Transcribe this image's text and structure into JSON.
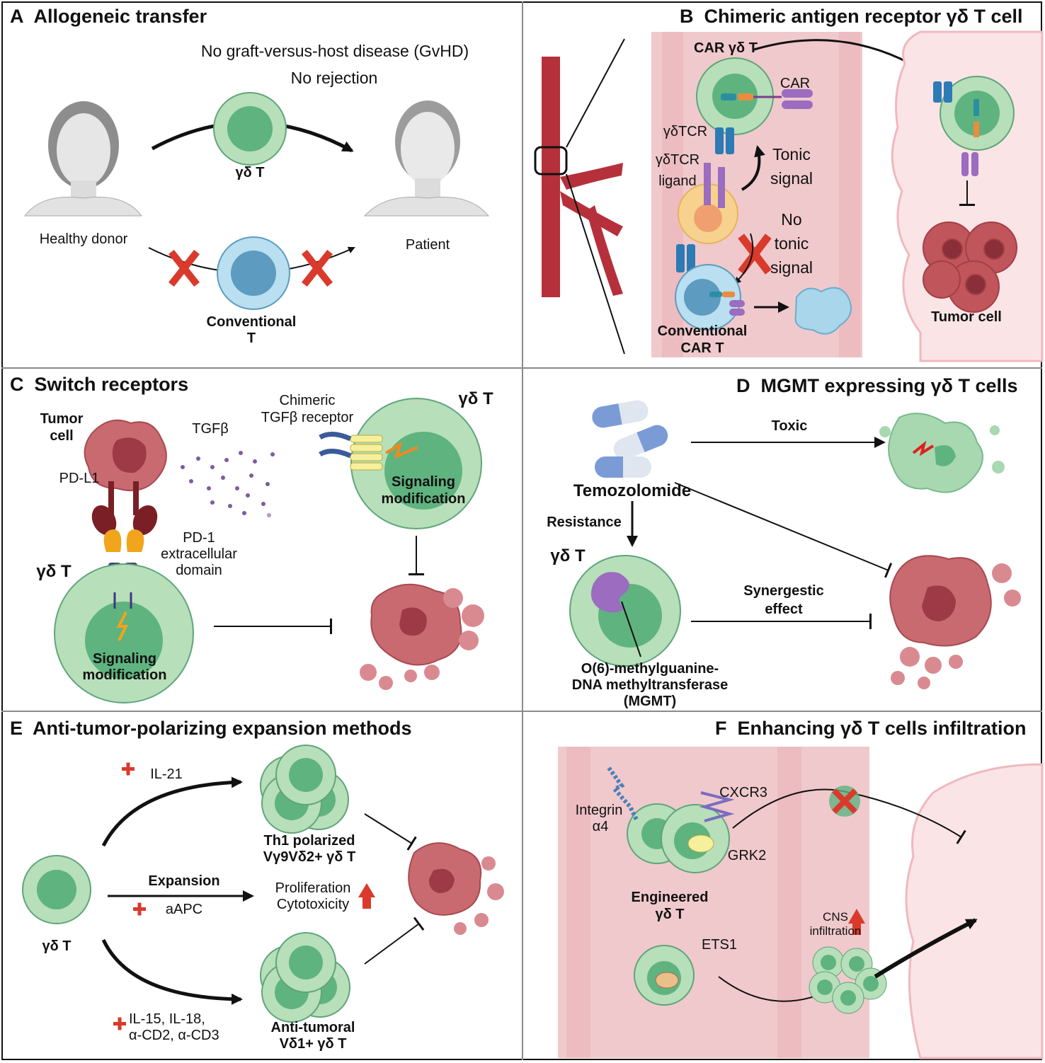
{
  "panelA": {
    "letter": "A",
    "title": "Allogeneic transfer",
    "line1": "No graft-versus-host disease (GvHD)",
    "line2": "No rejection",
    "gdt_label": "γδ T",
    "donor": "Healthy donor",
    "patient": "Patient",
    "conv1": "Conventional",
    "conv2": "T"
  },
  "panelB": {
    "letter": "B",
    "title": "Chimeric antigen receptor γδ T cell",
    "car_gdt": "CAR γδ T",
    "car": "CAR",
    "gdtcr": "γδTCR",
    "ligand1": "γδTCR",
    "ligand2": "ligand",
    "tonic1": "Tonic",
    "tonic2": "signal",
    "notonic1": "No",
    "notonic2": "tonic",
    "notonic3": "signal",
    "conv1": "Conventional",
    "conv2": "CAR T",
    "tumor": "Tumor cell"
  },
  "panelC": {
    "letter": "C",
    "title": "Switch receptors",
    "tumor1": "Tumor",
    "tumor2": "cell",
    "tgfb": "TGFβ",
    "chim1": "Chimeric",
    "chim2": "TGFβ receptor",
    "gdt_right": "γδ T",
    "gdt_left": "γδ T",
    "pdl1": "PD-L1",
    "pd1_1": "PD-1",
    "pd1_2": "extracellular",
    "pd1_3": "domain",
    "sig1": "Signaling",
    "sig2": "modification",
    "sig3": "Signaling",
    "sig4": "modification"
  },
  "panelD": {
    "letter": "D",
    "title": "MGMT expressing γδ T cells",
    "toxic": "Toxic",
    "tmz": "Temozolomide",
    "resistance": "Resistance",
    "gdt": "γδ T",
    "syn1": "Synergestic",
    "syn2": "effect",
    "mgmt1": "O(6)-methylguanine-",
    "mgmt2": "DNA methyltransferase",
    "mgmt3": "(MGMT)"
  },
  "panelE": {
    "letter": "E",
    "title": "Anti-tumor-polarizing expansion methods",
    "il21": "IL-21",
    "th1_1": "Th1 polarized",
    "th1_2": "Vγ9Vδ2+  γδ T",
    "expansion": "Expansion",
    "aapc": "aAPC",
    "prolif": "Proliferation",
    "cyto": "Cytotoxicity",
    "gdt": "γδ T",
    "il15_1": "IL-15, IL-18,",
    "il15_2": "α-CD2, α-CD3",
    "anti1": "Anti-tumoral",
    "anti2": "Vδ1+  γδ T"
  },
  "panelF": {
    "letter": "F",
    "title": "Enhancing γδ T cells infiltration",
    "integrin1": "Integrin",
    "integrin2": "α4",
    "cxcr3": "CXCR3",
    "grk2": "GRK2",
    "eng1": "Engineered",
    "eng2": "γδ T",
    "ets1": "ETS1",
    "cns1": "CNS",
    "cns2": "infiltration"
  },
  "colors": {
    "cell_green_outer": "#b7dfb9",
    "cell_green_inner": "#5fb37f",
    "conv_blue_outer": "#b9dff0",
    "conv_blue_inner": "#5d9bc0",
    "tumor_red": "#c0555c",
    "vessel_red": "#b5303a",
    "tissue_pink": "#f3cfd2",
    "brain_pink": "#fbe4e6",
    "cross_red": "#d93a2b"
  }
}
